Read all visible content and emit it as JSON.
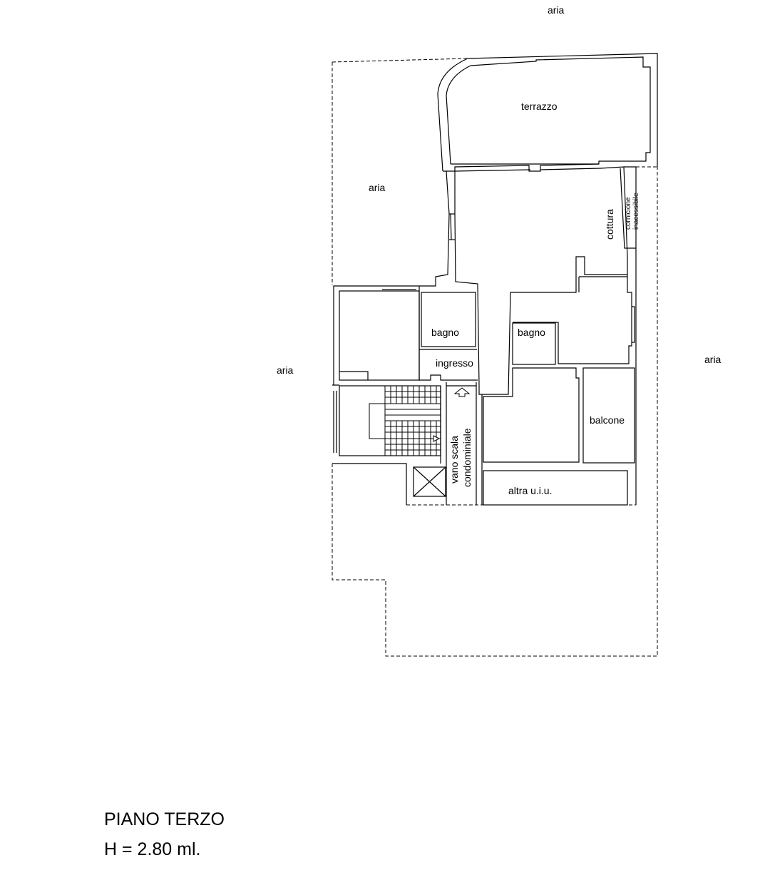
{
  "labels": {
    "aria_top": "aria",
    "aria_left_inner": "aria",
    "aria_left": "aria",
    "aria_right": "aria",
    "terrazzo": "terrazzo",
    "cottura": "cottura",
    "cornicione_1": "cornicione",
    "cornicione_2": "inacessibile",
    "bagno_1": "bagno",
    "bagno_2": "bagno",
    "ingresso": "ingresso",
    "balcone": "balcone",
    "vano_1": "vano scala",
    "vano_2": "condominiale",
    "altra": "altra u.i.u."
  },
  "caption": {
    "title": "PIANO TERZO",
    "height": "H = 2.80 ml."
  }
}
